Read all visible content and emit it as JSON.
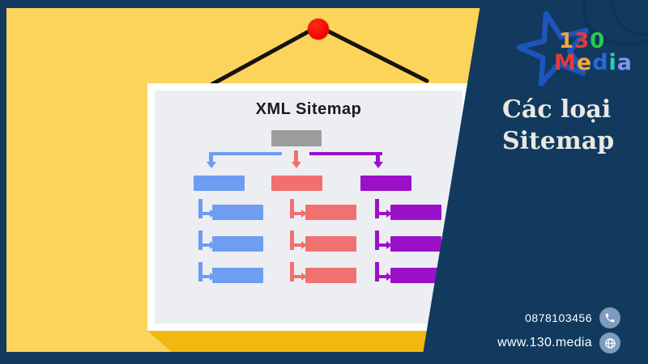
{
  "brand": {
    "name": "130 Media",
    "logo_number": [
      {
        "char": "1",
        "color": "#f2a73c"
      },
      {
        "char": "3",
        "color": "#e23b3b"
      },
      {
        "char": "0",
        "color": "#2dc84d"
      }
    ],
    "logo_word": [
      {
        "char": "M",
        "color": "#e23b3b"
      },
      {
        "char": "e",
        "color": "#f2a73c"
      },
      {
        "char": "d",
        "color": "#2968d8"
      },
      {
        "char": "i",
        "color": "#2fcfae"
      },
      {
        "char": "a",
        "color": "#8591ee"
      }
    ],
    "star_color": "#1e55bb"
  },
  "headline": {
    "line1": "Các loại",
    "line2": "Sitemap"
  },
  "poster": {
    "title": "XML Sitemap",
    "tree": {
      "root_color": "#9c9c9c",
      "branches": [
        {
          "color": "#6e9df1",
          "children": 3
        },
        {
          "color": "#f17070",
          "children": 3
        },
        {
          "color": "#9b10c9",
          "children": 3
        }
      ]
    }
  },
  "contact": {
    "phone": "0878103456",
    "website": "www.130.media"
  },
  "palette": {
    "navy": "#113a5e",
    "yellow": "#fcd45c",
    "shadow_yellow": "#f1b80d",
    "card_inner": "#eceef2",
    "pin_red": "#f30606",
    "string_black": "#17130e"
  }
}
